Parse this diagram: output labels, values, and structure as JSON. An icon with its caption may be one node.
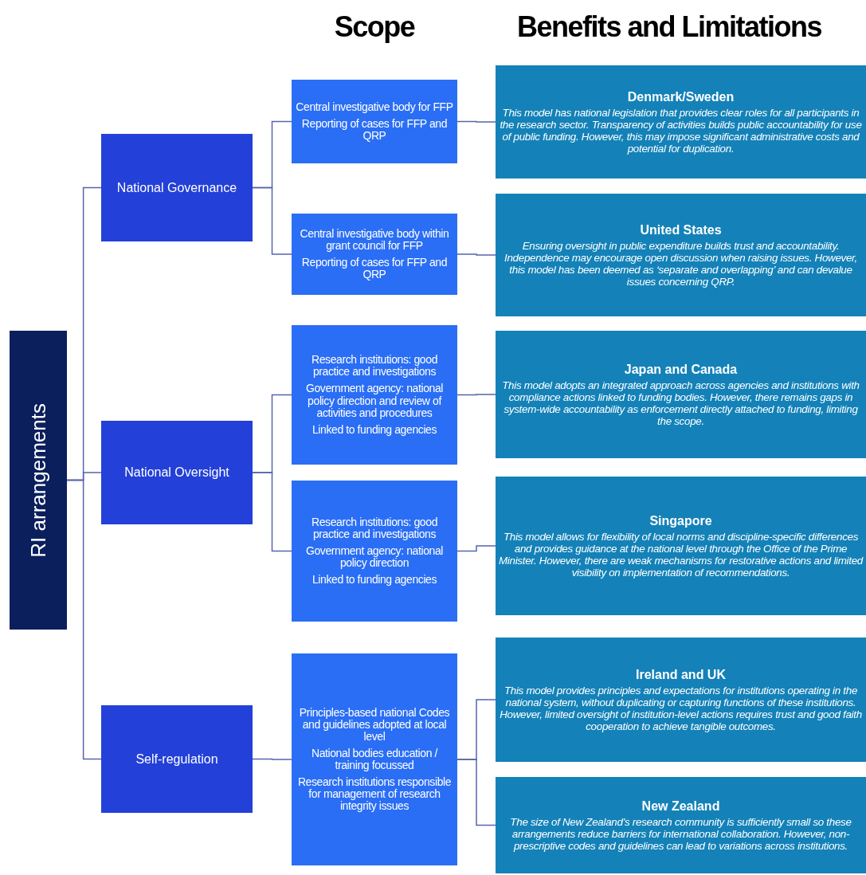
{
  "diagram": {
    "nodes": [
      {
        "text": [
          "RI arrangements"
        ]
      },
      {
        "text": [
          "National Governance"
        ]
      },
      {
        "text": [
          "National Oversight"
        ]
      },
      {
        "text": [
          "Self-regulation"
        ]
      },
      {
        "text": [
          "Central investigative body for FFP",
          "Reporting of cases for FFP and QRP"
        ]
      },
      {
        "text": [
          "Central investigative body within grant council for FFP",
          "Reporting of cases for FFP and QRP"
        ]
      },
      {
        "text": [
          "Research institutions: good practice and investigations",
          "Government agency: national policy direction and review of activities and procedures",
          "Linked to funding agencies"
        ]
      },
      {
        "text": [
          "Research institutions: good practice and investigations",
          "Government agency: national policy direction",
          "Linked to funding agencies"
        ]
      },
      {
        "text": [
          "Principles-based national Codes and guidelines adopted at local level",
          "National bodies education / training focussed",
          "Research institutions responsible for management of research integrity issues"
        ]
      },
      {
        "text": [
          "Denmark/Sweden",
          "This model has national legislation that provides clear roles for all participants in the research sector. Transparency of activities builds public accountability for use of public funding. However, this may impose significant administrative costs and potential for duplication."
        ]
      },
      {
        "text": [
          "United States",
          "Ensuring oversight in public expenditure builds trust and accountability. Independence may encourage open discussion when raising issues. However, this model has been deemed as ‘separate and overlapping’ and can devalue issues concerning QRP."
        ]
      },
      {
        "text": [
          "Japan and Canada",
          "This model adopts an integrated approach across agencies and institutions with compliance actions linked to funding bodies. However, there remains gaps in system-wide accountability as enforcement directly attached to funding, limiting the scope."
        ]
      },
      {
        "text": [
          "Singapore",
          "This model allows for flexibility of local norms and discipline-specific differences and provides guidance at the national level through the Office of the Prime Minister. However, there are weak mechanisms for restorative actions and limited visibility on implementation of recommendations."
        ]
      },
      {
        "text": [
          "Ireland and UK",
          "This model provides principles and expectations for institutions operating in the national system, without duplicating or capturing functions of these institutions. However, limited oversight of institution-level actions requires trust and good faith cooperation to achieve tangible outcomes."
        ]
      },
      {
        "text": [
          "New Zealand",
          "The size of New Zealand’s research community is sufficiently small so these arrangements reduce barriers for international collaboration. However, non-prescriptive codes and guidelines can lead to variations across institutions."
        ]
      }
    ],
    "edges": [
      {
        "from": 0,
        "to": 1,
        "arrow": "none"
      },
      {
        "from": 0,
        "to": 2,
        "arrow": "none"
      },
      {
        "from": 0,
        "to": 3,
        "arrow": "none"
      },
      {
        "from": 1,
        "to": 4,
        "arrow": "none"
      },
      {
        "from": 1,
        "to": 5,
        "arrow": "none"
      },
      {
        "from": 2,
        "to": 6,
        "arrow": "none"
      },
      {
        "from": 2,
        "to": 7,
        "arrow": "none"
      },
      {
        "from": 3,
        "to": 8,
        "arrow": "none"
      },
      {
        "from": 4,
        "to": 9,
        "arrow": "none"
      },
      {
        "from": 5,
        "to": 10,
        "arrow": "none"
      },
      {
        "from": 6,
        "to": 11,
        "arrow": "none"
      },
      {
        "from": 7,
        "to": 12,
        "arrow": "none"
      },
      {
        "from": 8,
        "to": 13,
        "arrow": "none"
      },
      {
        "from": 8,
        "to": 14,
        "arrow": "none"
      }
    ],
    "labels": [
      "Scope",
      "Benefits and Limitations"
    ]
  }
}
